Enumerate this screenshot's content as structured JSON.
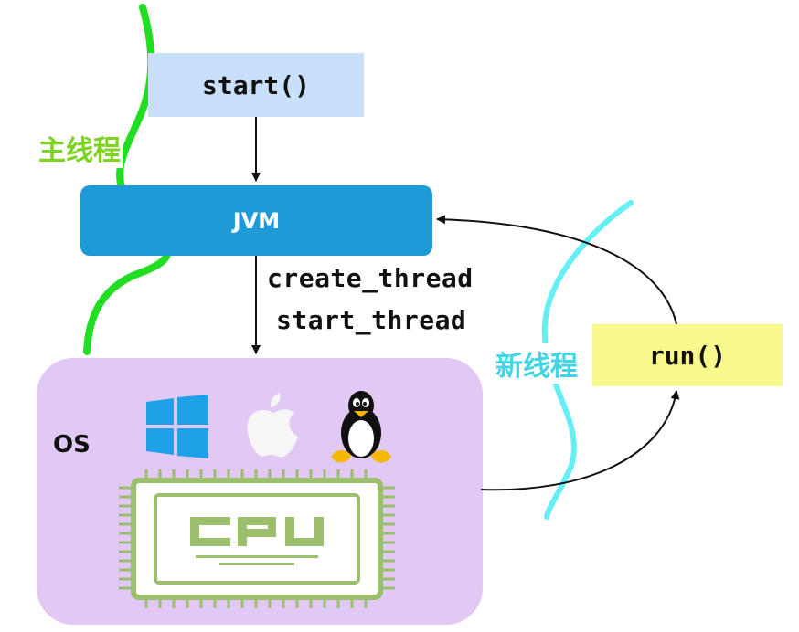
{
  "calls": {
    "start": "start()",
    "run": "run()"
  },
  "jvm": {
    "label": "JVM"
  },
  "os": {
    "label": "OS",
    "icons": [
      "windows-logo-icon",
      "apple-logo-icon",
      "linux-tux-icon",
      "cpu-chip-icon"
    ],
    "cpu_label": "CPU"
  },
  "transitions": {
    "create_thread": "create_thread",
    "start_thread": "start_thread"
  },
  "threads": {
    "main": "主线程",
    "new": "新线程"
  },
  "colors": {
    "start_box": "#c9e0fa",
    "jvm_box": "#1e9bd7",
    "os_box": "#e2c8f5",
    "run_box": "#f8f88c",
    "main_thread_line": "#22dd22",
    "new_thread_line": "#66eef5",
    "cpu_green": "#9cbf6e"
  }
}
